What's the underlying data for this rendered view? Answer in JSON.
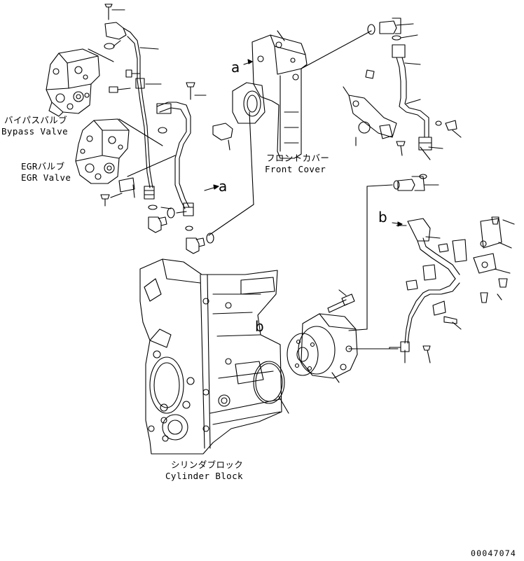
{
  "labels": {
    "bypass_valve_jp": "バイパスバルブ",
    "bypass_valve_en": "Bypass Valve",
    "egr_valve_jp": "EGRバルブ",
    "egr_valve_en": "EGR Valve",
    "front_cover_jp": "フロントカバー",
    "front_cover_en": "Front Cover",
    "cylinder_block_jp": "シリンダブロック",
    "cylinder_block_en": "Cylinder Block"
  },
  "references": {
    "a_top": "a",
    "a_mid": "a",
    "b_right": "b",
    "b_block": "b"
  },
  "drawing_number": "00047074"
}
